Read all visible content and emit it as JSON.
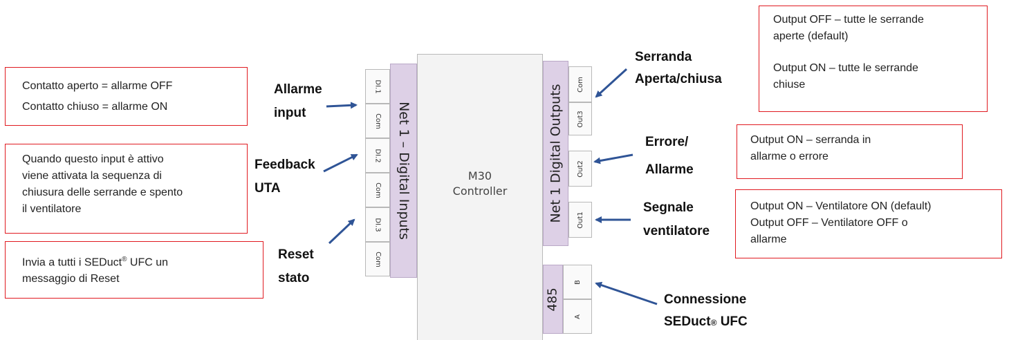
{
  "controller": {
    "line1": "M30",
    "line2": "Controller"
  },
  "inputs_strip": "Net 1 – Digital Inputs",
  "outputs_strip": "Net 1 Digital Outputs",
  "bus_strip": "485",
  "input_terminals": [
    "DI.1",
    "Com",
    "DI.2",
    "Com",
    "DI.3",
    "Com"
  ],
  "output_terminals": [
    "Com",
    "Out3",
    "Out2",
    "Out1"
  ],
  "bus_terminals": [
    "B",
    "A"
  ],
  "labels": {
    "allarme": [
      "Allarme",
      "input"
    ],
    "feedback": [
      "Feedback",
      "UTA"
    ],
    "reset": [
      "Reset",
      "stato"
    ],
    "serranda": [
      "Serranda",
      "Aperta/chiusa"
    ],
    "errore": [
      "Errore/",
      "Allarme"
    ],
    "segnale": [
      "Segnale",
      "ventilatore"
    ],
    "connessione": [
      "Connessione",
      "SEDuct",
      "®",
      " UFC"
    ]
  },
  "notes": {
    "contatto": [
      "Contatto aperto = allarme OFF",
      "Contatto chiuso = allarme ON"
    ],
    "quando": [
      "Quando questo input è attivo",
      "viene attivata la sequenza di",
      "chiusura delle serrande e spento",
      "il ventilatore"
    ],
    "invia": [
      "Invia a tutti i SEDuct",
      "®",
      " UFC un",
      "messaggio di Reset"
    ],
    "output_off": [
      "Output OFF – tutte le serrande",
      "aperte (default)",
      "Output ON – tutte le serrande",
      "chiuse"
    ],
    "errore_note": [
      "Output ON – serranda in",
      "allarme o errore"
    ],
    "ventilatore_note": [
      "Output ON – Ventilatore ON (default)",
      "Output OFF – Ventilatore OFF o",
      "allarme"
    ]
  },
  "colors": {
    "note_border": "#e0191f",
    "arrow": "#2f5496",
    "strip": "#ddd0e6"
  }
}
